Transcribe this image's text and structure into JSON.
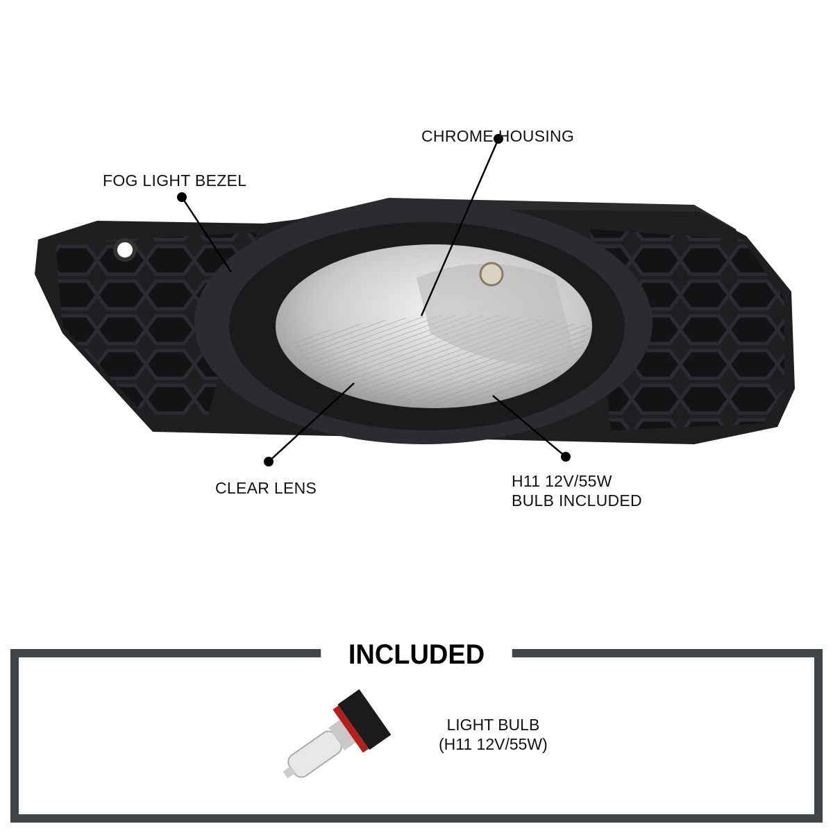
{
  "callouts": {
    "bezel": "FOG LIGHT BEZEL",
    "housing": "CHROME HOUSING",
    "lens": "CLEAR LENS",
    "bulb_line1": "H11 12V/55W",
    "bulb_line2": "BULB INCLUDED"
  },
  "included": {
    "title": "INCLUDED",
    "item_line1": "LIGHT BULB",
    "item_line2": "(H11 12V/55W)"
  },
  "colors": {
    "frame": "#404547",
    "bezel": "#1e1f21",
    "accent_red": "#b3201c"
  }
}
